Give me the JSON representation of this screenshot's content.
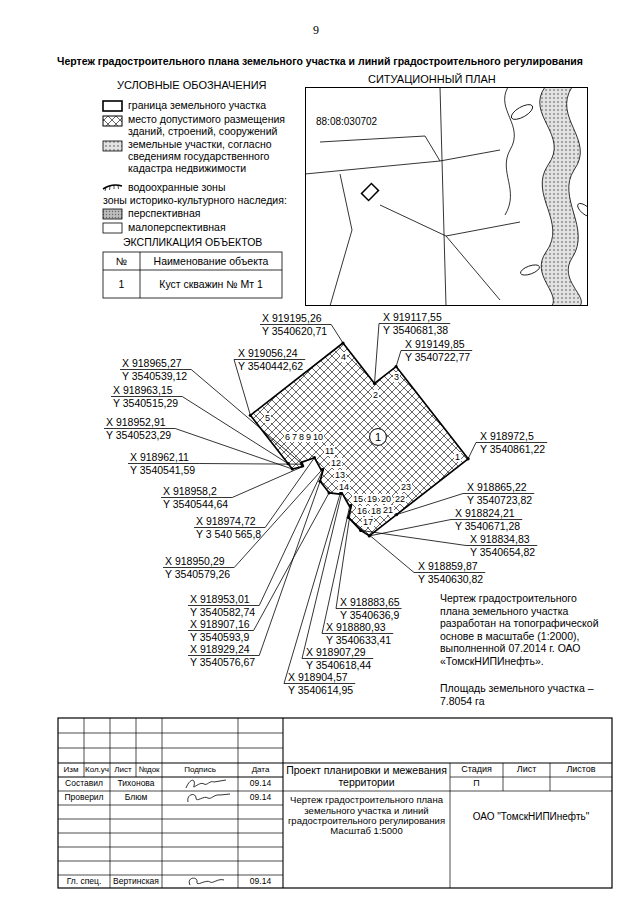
{
  "diagram": {
    "title": "Чертеж градостроительного плана земельного участка и линий градостроительного регулирования",
    "nodes": [
      {
        "text": [
          "СИТУАЦИОННЫЙ ПЛАН",
          "88:08:030702"
        ]
      },
      {
        "text": [
          "1"
        ]
      }
    ],
    "labels": [
      "9",
      "УСЛОВНЫЕ ОБОЗНАЧЕНИЯ",
      "зоны историко-культурного наследия:",
      "ЭКСПЛИКАЦИЯ ОБЪЕКТОВ",
      "№",
      "Наименование объекта",
      "1",
      "Куст скважин № Мт 1",
      "X 919195,26",
      "Y 3540620,71",
      "X 919117,55",
      "Y 3540681,38",
      "X 919149,85",
      "Y 3540722,77",
      "X 918965,27",
      "Y 3540539,12",
      "X 919056,24",
      "Y 3540442,62",
      "X 918963,15",
      "Y 3540515,29",
      "X 918952,91",
      "Y 3540523,29",
      "X 918972,5",
      "Y 3540861,22",
      "X 918962,11",
      "Y 3540541,59",
      "X 918958,2",
      "Y 3540544,64",
      "X 918865,22",
      "Y 3540723,82",
      "X 918824,21",
      "Y 3540671,28",
      "X 918974,72",
      "Y 3 540 565,8",
      "X 918834,83",
      "Y 3540654,82",
      "X 918950,29",
      "Y 3540579,26",
      "X 918859,87",
      "Y 3540630,82",
      "X 918953,01",
      "Y 3540582,74",
      "X 918883,65",
      "Y 3540636,9",
      "X 918907,16",
      "Y 3540593,9",
      "X 918880,93",
      "Y 3540633,41",
      "X 918929,24",
      "Y 3540576,67",
      "X 918907,29",
      "Y 3540618,44",
      "X 918904,57",
      "Y 3540614,95",
      "1",
      "2",
      "3",
      "4",
      "5",
      "6",
      "7",
      "8",
      "9",
      "10",
      "11",
      "12",
      "13",
      "14",
      "15",
      "16",
      "17",
      "18",
      "19",
      "20",
      "21",
      "22",
      "23",
      "Чертеж градостроительного плана земельного участка разработан на топографической основе в масштабе (1:2000), выполненной 07.2014 г. ОАО «ТомскНИПИнефть».",
      "Площадь земельного участка – 7.8054 га",
      "Изм",
      "Кол.уч",
      "Лист",
      "№док",
      "Подпись",
      "Дата",
      "Составил",
      "Тихонова",
      "09.14",
      "Проверил",
      "Блюм",
      "09.14",
      "Гл. спец.",
      "Вертинская",
      "09.14",
      "Проект планировки и межевания территории",
      "Стадия",
      "Лист",
      "Листов",
      "П",
      "Чертеж градостроительного плана земельного участка и линий градостроительного регулирования Масштаб 1:5000",
      "ОАО \"ТомскНИПИнефть\""
    ],
    "legend": [
      {
        "text": "граница земельного участка"
      },
      {
        "text": "место допустимого размещения зданий, строений, сооружений"
      },
      {
        "text": "земельные участки, согласно сведениям государственного кадастра недвижимости"
      },
      {
        "text": "водоохранные зоны"
      },
      {
        "text": "перспективная"
      },
      {
        "text": "малоперспективная"
      }
    ]
  }
}
